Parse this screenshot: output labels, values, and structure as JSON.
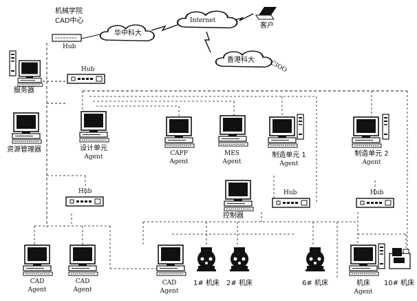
{
  "title": {
    "line1": "机械学院",
    "line2": "CAD中心"
  },
  "clouds": {
    "zhongzhong": "华中科大",
    "internet": "Internet",
    "hk": "香港科大"
  },
  "hk_suffix": "CIOO",
  "client": "客户",
  "server": "服务器",
  "resource": "资源管理器",
  "hubs": {
    "top_left": "Hub",
    "main": "Hub",
    "left": "Hub",
    "center": "Hub",
    "right": "Hub"
  },
  "units": {
    "design": {
      "line1": "设计单元",
      "line2": "Agent"
    },
    "capp": {
      "line1": "CAPP",
      "line2": "Agent"
    },
    "mes": {
      "line1": "MES",
      "line2": "Agent"
    },
    "mfg1": {
      "line1": "制造单元 1",
      "line2": "Agent"
    },
    "mfg2": {
      "line1": "制造单元 2",
      "line2": "Agent"
    }
  },
  "controller": "控制器",
  "bottom": {
    "cad1": {
      "line1": "CAD",
      "line2": "Agent"
    },
    "cad2": {
      "line1": "CAD",
      "line2": "Agent"
    },
    "cad3": {
      "line1": "CAD",
      "line2": "Agent"
    },
    "m1": "1# 机床",
    "m2": "2# 机床",
    "m6": "6# 机床",
    "mt": {
      "line1": "机床",
      "line2": "Agent"
    },
    "m10": "10# 机床"
  }
}
